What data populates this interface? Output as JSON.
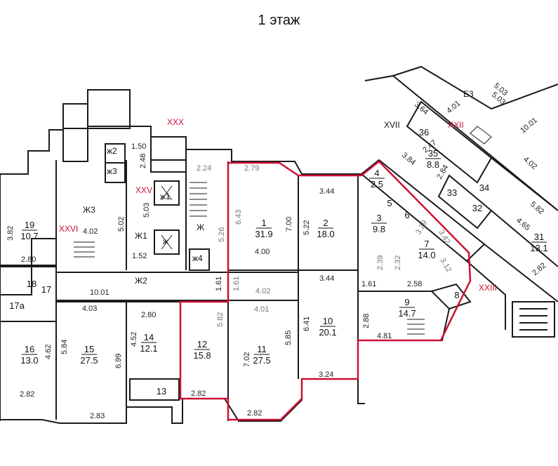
{
  "title": "1 этаж",
  "colors": {
    "wall": "#1a1a1a",
    "selection": "#cc1133",
    "roman": "#cc1133",
    "dim_secondary": "#777777"
  },
  "rooms": [
    {
      "num": "1",
      "area": "31.9"
    },
    {
      "num": "2",
      "area": "18.0"
    },
    {
      "num": "3",
      "area": "9.8"
    },
    {
      "num": "4",
      "area": "2.5"
    },
    {
      "num": "5",
      "area": ""
    },
    {
      "num": "6",
      "area": ""
    },
    {
      "num": "7",
      "area": "14.0"
    },
    {
      "num": "8",
      "area": ""
    },
    {
      "num": "9",
      "area": "14.7"
    },
    {
      "num": "10",
      "area": "20.1"
    },
    {
      "num": "11",
      "area": "27.5"
    },
    {
      "num": "12",
      "area": "15.8"
    },
    {
      "num": "13",
      "area": ""
    },
    {
      "num": "14",
      "area": "12.1"
    },
    {
      "num": "15",
      "area": "27.5"
    },
    {
      "num": "16",
      "area": "13.0"
    },
    {
      "num": "17",
      "area": ""
    },
    {
      "num": "17а",
      "area": ""
    },
    {
      "num": "18",
      "area": ""
    },
    {
      "num": "19",
      "area": "10.7"
    },
    {
      "num": "31",
      "area": "13.1"
    },
    {
      "num": "32",
      "area": ""
    },
    {
      "num": "33",
      "area": ""
    },
    {
      "num": "34",
      "area": ""
    },
    {
      "num": "35",
      "area": "8.8"
    },
    {
      "num": "36",
      "area": ""
    }
  ],
  "roman_labels": [
    "XXX",
    "XXV",
    "XXVI",
    "XVII",
    "XXII",
    "XXIII"
  ],
  "zone_labels": [
    "Ж3",
    "ж2",
    "ж3",
    "Ж1",
    "Ж",
    "ж4",
    "Ж2",
    "ж1",
    "ж",
    "Е3"
  ],
  "dimensions": [
    "1.50",
    "2.48",
    "5.03",
    "5.02",
    "4.02",
    "1.52",
    "2.24",
    "2.79",
    "6.43",
    "7.00",
    "4.00",
    "5.26",
    "1.61",
    "1.61",
    "4.02",
    "10.01",
    "3.44",
    "5.22",
    "3.44",
    "1.61",
    "4.01",
    "5.82",
    "7.02",
    "5.85",
    "6.41",
    "2.82",
    "2.82",
    "3.24",
    "2.88",
    "4.81",
    "2.80",
    "4.52",
    "6.99",
    "4.03",
    "5.84",
    "2.83",
    "2.82",
    "4.62",
    "3.82",
    "2.80",
    "2.39",
    "2.32",
    "3.29",
    "3.42",
    "3.12",
    "2.58",
    "3.84",
    "2.47",
    "2.84",
    "3.64",
    "4.01",
    "5.03",
    "5.03",
    "10.01",
    "4.02",
    "5.82",
    "4.65",
    "2.82"
  ]
}
